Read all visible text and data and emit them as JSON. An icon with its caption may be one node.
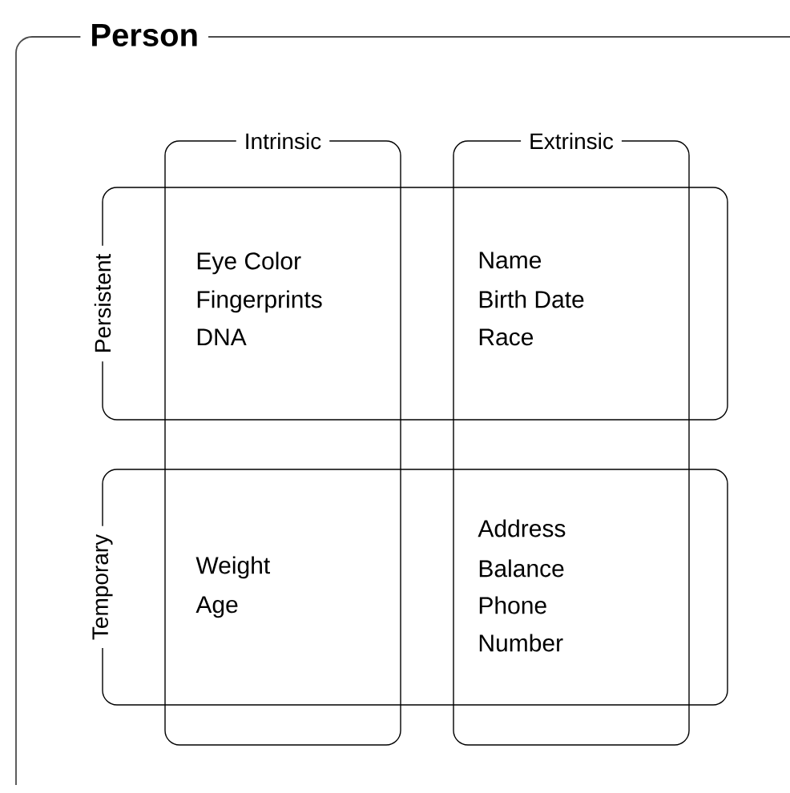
{
  "diagram": {
    "nodes": [
      {
        "text": [
          "Person"
        ]
      },
      {
        "text": [
          "Intrinsic"
        ],
        "in": 0
      },
      {
        "text": [
          "Extrinsic"
        ],
        "in": 0
      },
      {
        "text": [
          "Persistent"
        ],
        "in": 0
      },
      {
        "text": [
          "Temporary"
        ],
        "in": 0
      }
    ],
    "labels": [
      "Eye Color",
      "Fingerprints",
      "DNA",
      "Name",
      "Birth Date",
      "Race",
      "Weight",
      "Age",
      "Address",
      "Balance",
      "Phone Number"
    ]
  }
}
